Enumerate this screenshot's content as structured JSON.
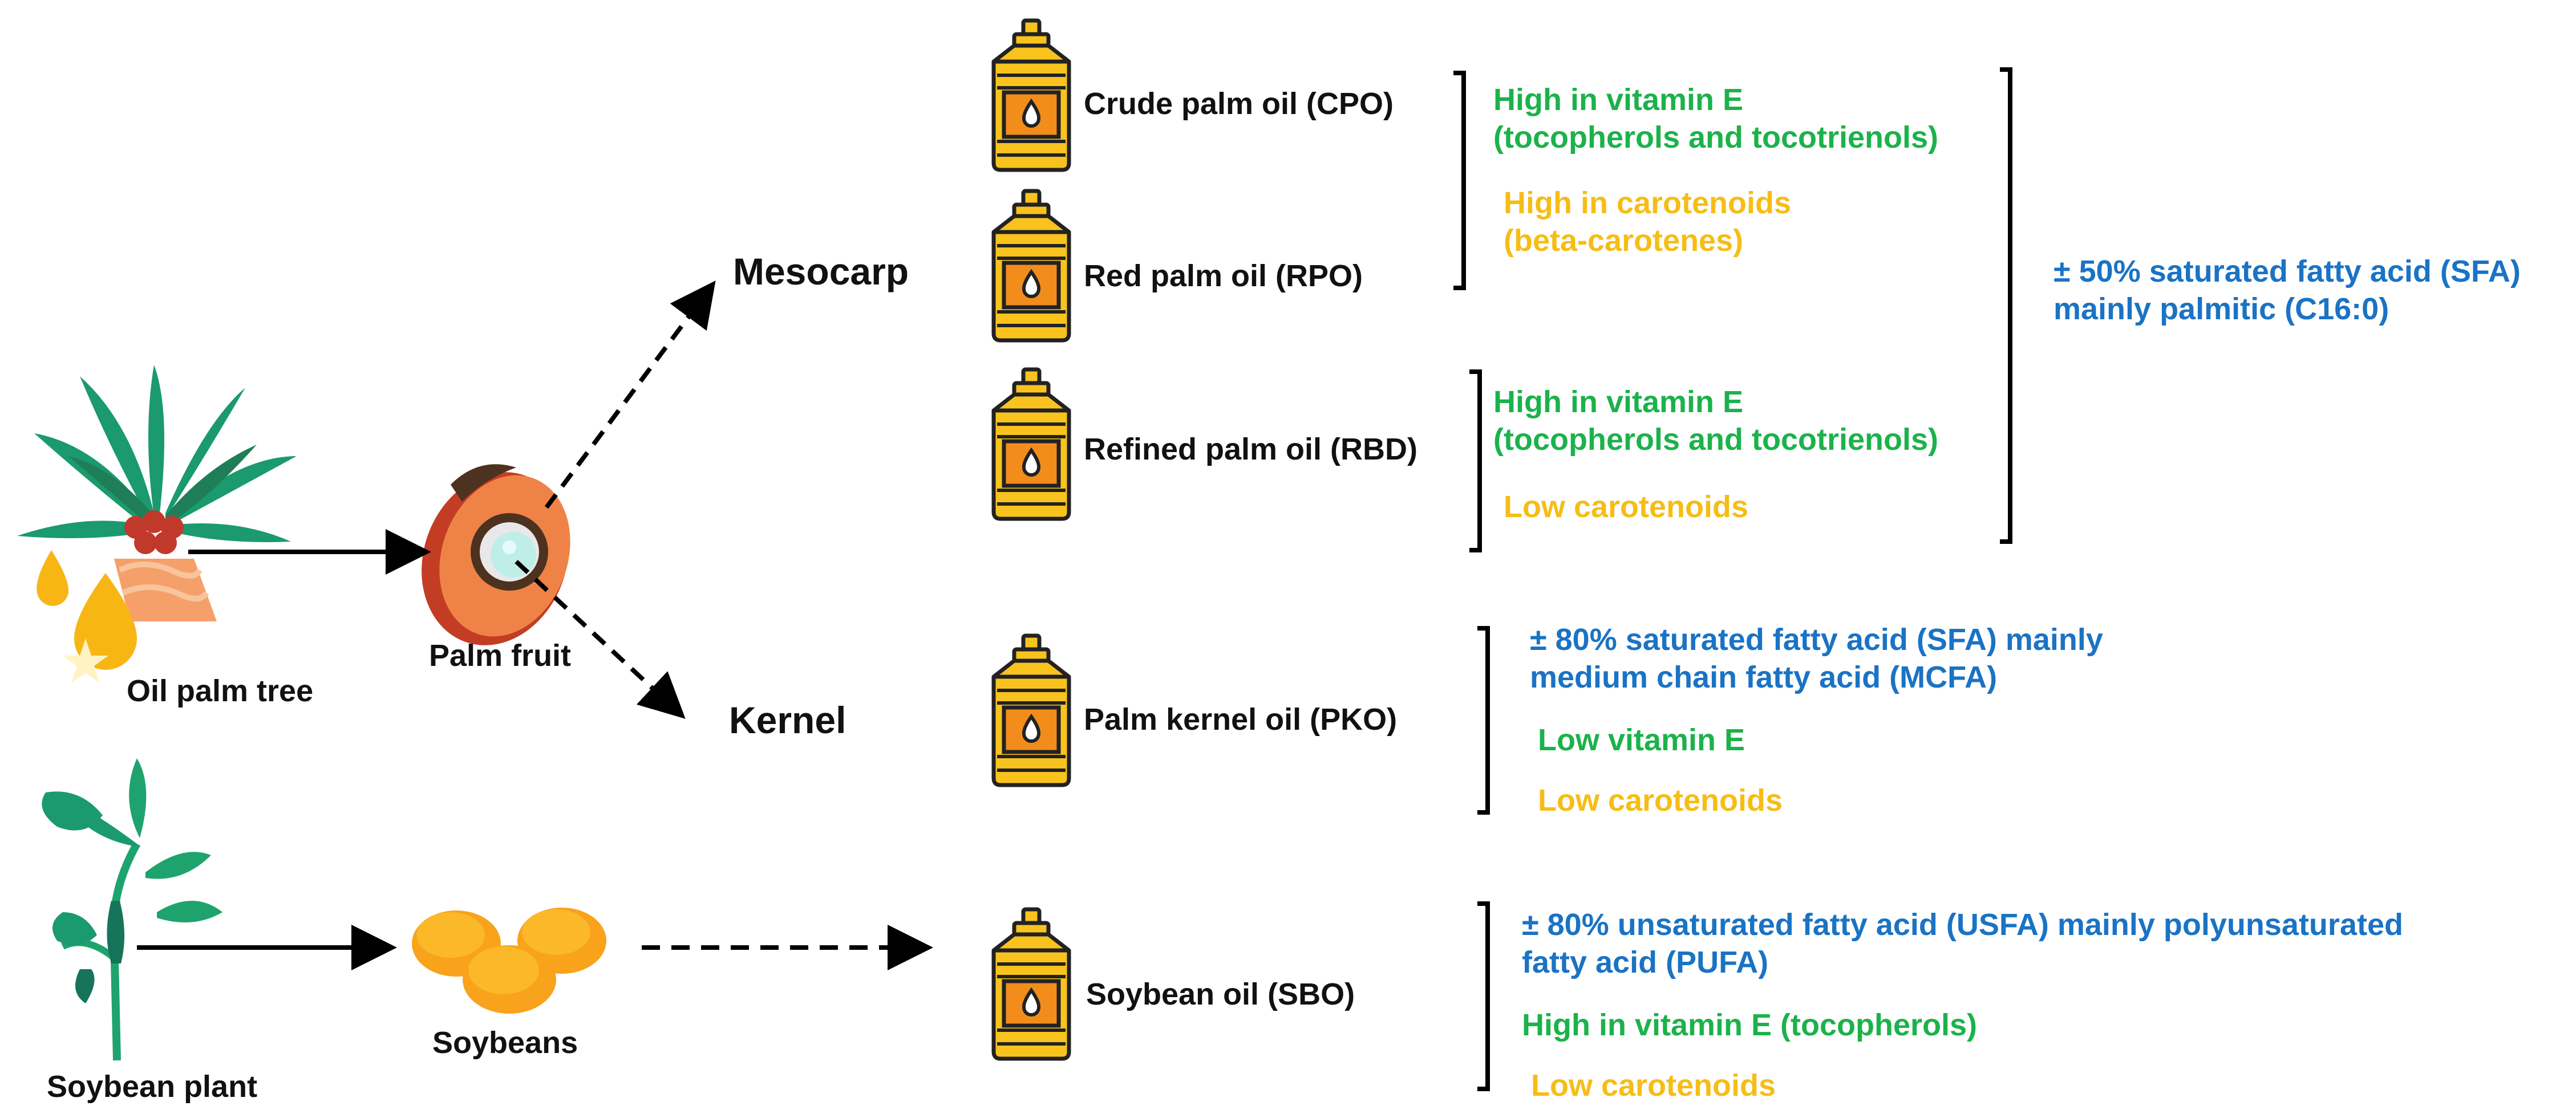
{
  "colors": {
    "green": "#1cb24b",
    "gold": "#f6bd16",
    "blue": "#1a73c4",
    "bottle": "#f9c31e",
    "bottle_label": "#f28d1b",
    "tree_leaf": "#1a9a6e",
    "palm_fruit": "#e8582c",
    "soybean": "#f9b81a"
  },
  "sources": {
    "oil_palm_tree": "Oil palm tree",
    "palm_fruit": "Palm fruit",
    "soybean_plant": "Soybean plant",
    "soybeans": "Soybeans"
  },
  "parts": {
    "mesocarp": "Mesocarp",
    "kernel": "Kernel"
  },
  "oils": {
    "cpo": "Crude palm oil (CPO)",
    "rpo": "Red palm oil (RPO)",
    "rbd": "Refined palm oil (RBD)",
    "pko": "Palm kernel oil (PKO)",
    "sbo": "Soybean oil (SBO)"
  },
  "properties": {
    "cpo_rpo": {
      "vit_e_1": "High in vitamin E",
      "vit_e_2": "(tocopherols and tocotrienols)",
      "carot_1": "High in carotenoids",
      "carot_2": "(beta-carotenes)"
    },
    "rbd": {
      "vit_e_1": "High in vitamin E",
      "vit_e_2": "(tocopherols and tocotrienols)",
      "carot": "Low carotenoids"
    },
    "palm_sfa": {
      "line1": "± 50% saturated fatty acid (SFA)",
      "line2": "mainly palmitic (C16:0)"
    },
    "pko": {
      "sfa_1": "± 80% saturated fatty acid (SFA) mainly",
      "sfa_2": "medium chain fatty acid (MCFA)",
      "vit_e": "Low vitamin E",
      "carot": "Low carotenoids"
    },
    "sbo": {
      "usfa_1": "± 80% unsaturated fatty acid (USFA) mainly polyunsaturated",
      "usfa_2": "fatty acid (PUFA)",
      "vit_e": "High in vitamin E (tocopherols)",
      "carot": "Low carotenoids"
    }
  }
}
